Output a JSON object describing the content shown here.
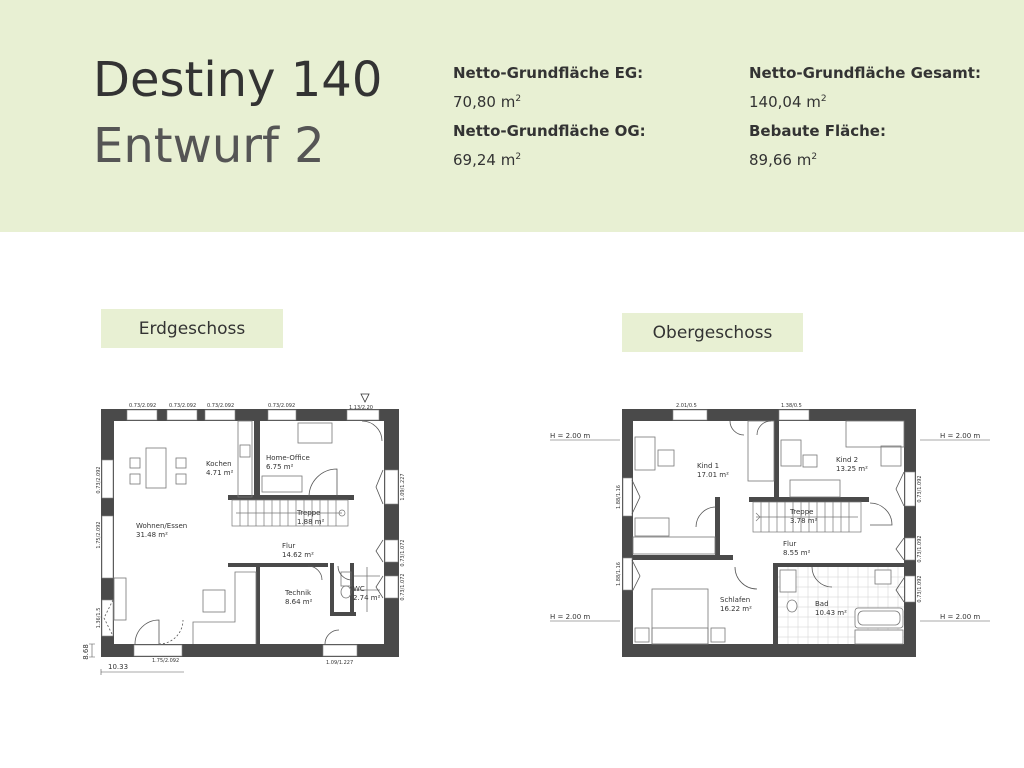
{
  "header": {
    "title": "Destiny 140",
    "subtitle": "Entwurf 2",
    "stats": [
      {
        "label": "Netto-Grundfläche EG:",
        "value": "70,80 m",
        "sup": "2"
      },
      {
        "label": "Netto-Grundfläche OG:",
        "value": "69,24 m",
        "sup": "2"
      },
      {
        "label": "Netto-Grundfläche Gesamt:",
        "value": "140,04 m",
        "sup": "2"
      },
      {
        "label": "Bebaute Fläche:",
        "value": "89,66 m",
        "sup": "2"
      }
    ]
  },
  "sections": {
    "eg": "Erdgeschoss",
    "og": "Obergeschoss"
  },
  "eg": {
    "rooms": [
      {
        "name": "Kochen",
        "area": "4.71 m²"
      },
      {
        "name": "Home-Office",
        "area": "6.75 m²"
      },
      {
        "name": "Wohnen/Essen",
        "area": "31.48 m²"
      },
      {
        "name": "Treppe",
        "area": "1.88 m²"
      },
      {
        "name": "Flur",
        "area": "14.62 m²"
      },
      {
        "name": "Technik",
        "area": "8.64 m²"
      },
      {
        "name": "WC",
        "area": "2.74 m²"
      }
    ],
    "dims": {
      "w1": "0.73/2.092",
      "w2": "0.73/2.092",
      "w3": "0.73/2.092",
      "w4": "0.73/2.092",
      "door_top": "1.13/2.20",
      "left_upper": "0.73/2.092",
      "left_mid": "1.75/2.092",
      "left_low": "1.36/1.5",
      "right_upper": "1.09/1.227",
      "right_mid": "0.73/1.072",
      "right_low": "0.73/1.072",
      "bottom_left": "1.75/2.092",
      "bottom_right": "1.09/1.227",
      "depth": "8.68",
      "width": "10.33"
    }
  },
  "og": {
    "height_label": "H = 2.00 m",
    "rooms": [
      {
        "name": "Kind 1",
        "area": "17.01 m²"
      },
      {
        "name": "Kind 2",
        "area": "13.25 m²"
      },
      {
        "name": "Treppe",
        "area": "3.78 m²"
      },
      {
        "name": "Flur",
        "area": "8.55 m²"
      },
      {
        "name": "Schlafen",
        "area": "16.22 m²"
      },
      {
        "name": "Bad",
        "area": "10.43 m²"
      }
    ],
    "dims": {
      "top_left": "2.01/0.5",
      "top_right": "1.38/0.5",
      "left_upper": "1.88/1.16",
      "left_low": "1.88/1.16",
      "right_upper": "0.73/1.092",
      "right_mid": "0.73/1.092",
      "right_low": "0.73/1.092"
    }
  }
}
